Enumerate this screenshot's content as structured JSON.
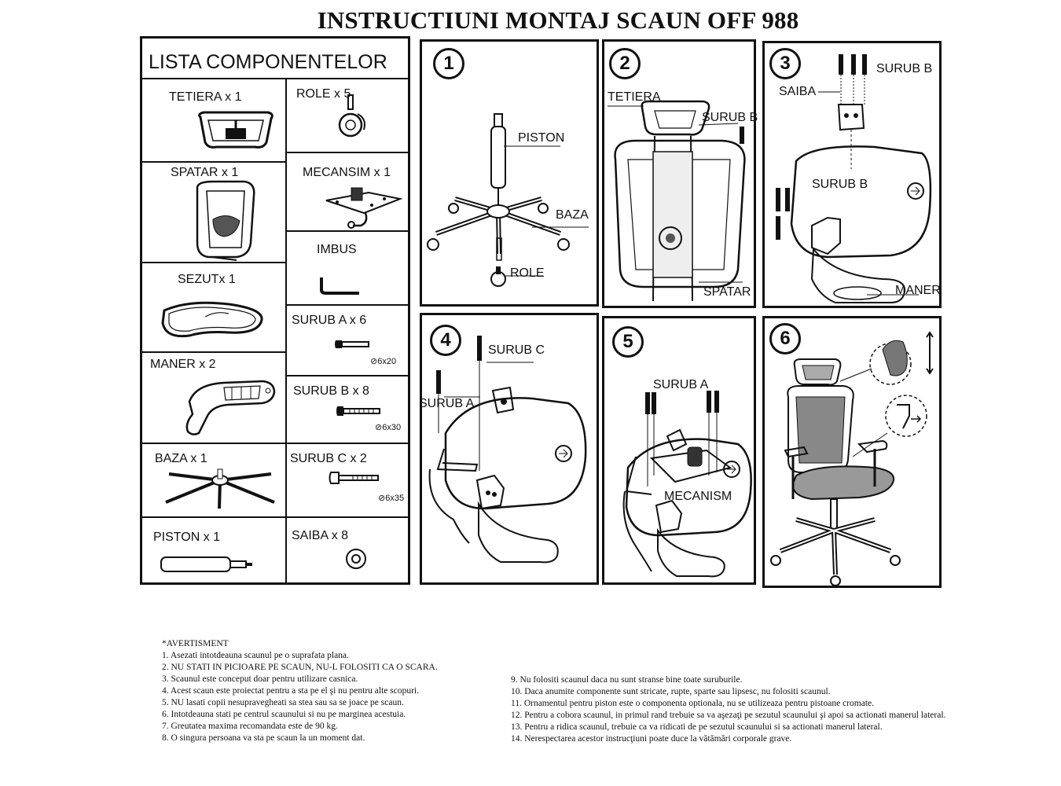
{
  "title": "INSTRUCTIUNI MONTAJ SCAUN OFF 988",
  "components": {
    "header": "LISTA COMPONENTELOR",
    "left": [
      "TETIERA x 1",
      "SPATAR x 1",
      "SEZUTx 1",
      "MANER x 2",
      "BAZA x 1",
      "PISTON x 1"
    ],
    "right": [
      "ROLE x 5",
      "MECANSIM x 1",
      "IMBUS",
      "SURUB A x 6",
      "SURUB B x 8",
      "SURUB C x 2",
      "SAIBA x 8"
    ],
    "screw_sizes": {
      "a": "6x20",
      "b": "6x30",
      "c": "6x35"
    }
  },
  "steps": [
    {
      "number": "1",
      "labels": [
        "PISTON",
        "BAZA",
        "ROLE"
      ]
    },
    {
      "number": "2",
      "labels": [
        "TETIERA",
        "SURUB B",
        "SPATAR"
      ]
    },
    {
      "number": "3",
      "labels": [
        "SURUB B",
        "SAIBA",
        "SURUB B",
        "MANER"
      ]
    },
    {
      "number": "4",
      "labels": [
        "SURUB C",
        "SURUB A"
      ]
    },
    {
      "number": "5",
      "labels": [
        "SURUB A",
        "MECANISM"
      ]
    },
    {
      "number": "6",
      "labels": []
    }
  ],
  "warnings": {
    "heading": "*AVERTISMENT",
    "col1": [
      "1. Asezati intotdeauna scaunul pe o suprafata plana.",
      "2. NU STATI IN PICIOARE PE SCAUN, NU-L FOLOSITI CA O SCARA.",
      "3. Scaunul este conceput doar pentru utilizare casnica.",
      "4. Acest scaun este proiectat pentru a sta pe el şi nu pentru alte scopuri.",
      "5. NU lasati copii nesupravegheati sa stea sau sa se joace pe scaun.",
      "6. Intotdeauna stati pe centrul scaunului si nu pe marginea acestuia.",
      "7. Greutatea maxima recomandata este de 90 kg.",
      "8. O singura persoana va sta pe scaun la un moment dat."
    ],
    "col2": [
      "9. Nu folositi scaunul daca nu sunt stranse bine toate suruburile.",
      "10.   Daca anumite componente sunt stricate, rupte, sparte sau lipsesc, nu folositi scaunul.",
      "11.   Ornamentul pentru piston este o componenta optionala, nu se utilizeaza pentru pistoane cromate.",
      "12.   Pentru a cobora scaunul, in primul rand trebuie sa va aşezaţi pe sezutul scaunului şi apoi sa actionati manerul lateral.",
      "13.   Pentru a ridica scaunul, trebuie ca va ridicati de pe sezutul scaunului si sa actionati manerul lateral.",
      "14.   Nerespectarea acestor instrucţiuni poate duce la vătămări corporale grave."
    ]
  }
}
